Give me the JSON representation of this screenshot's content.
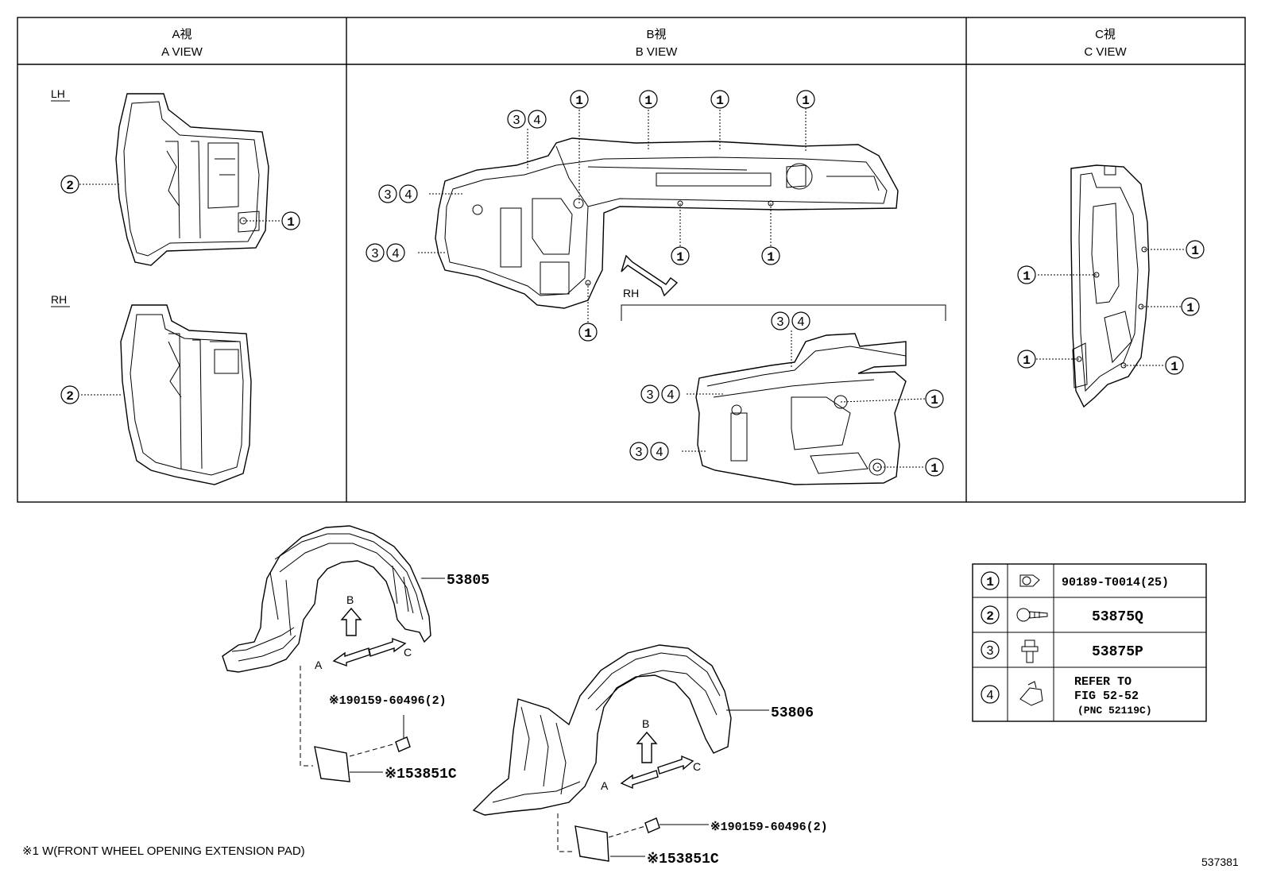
{
  "views": {
    "a": {
      "title_jp": "A視",
      "title_en": "A VIEW",
      "lh_label": "LH",
      "rh_label": "RH"
    },
    "b": {
      "title_jp": "B視",
      "title_en": "B VIEW",
      "rh_label": "RH"
    },
    "c": {
      "title_jp": "C視",
      "title_en": "C VIEW"
    }
  },
  "callouts": {
    "one": "1",
    "two": "2",
    "three": "3",
    "four": "4"
  },
  "arrows": {
    "a": "A",
    "b": "B",
    "c": "C"
  },
  "parts": {
    "liner_lh": "53805",
    "liner_rh": "53806",
    "clip_upper": "※190159-60496(2)",
    "clip_lower": "※190159-60496(2)",
    "pad_upper": "※153851C",
    "pad_lower": "※153851C"
  },
  "legend": {
    "rows": [
      {
        "num": "1",
        "icon": "clip-icon",
        "part": "90189-T0014(25)"
      },
      {
        "num": "2",
        "icon": "screw-icon",
        "part": "53875Q"
      },
      {
        "num": "3",
        "icon": "bolt-icon",
        "part": "53875P"
      },
      {
        "num": "4",
        "icon": "nut-icon",
        "part_lines": [
          "REFER TO",
          "FIG 52-52",
          "(PNC 52119C)"
        ]
      }
    ]
  },
  "footnote": "※1 W(FRONT WHEEL OPENING EXTENSION PAD)",
  "figure_id": "537381"
}
